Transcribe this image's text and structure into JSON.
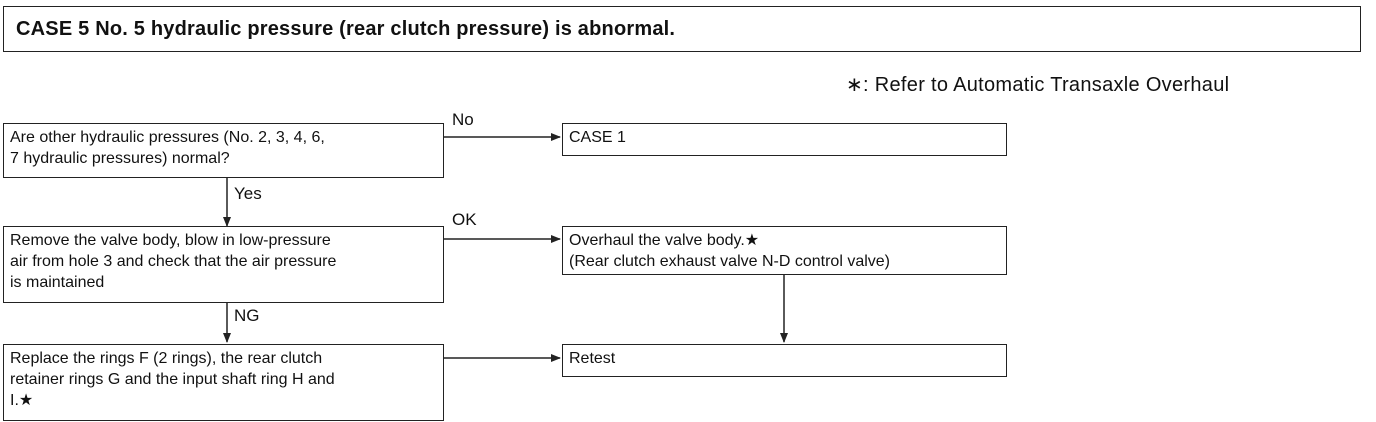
{
  "header": {
    "title": "CASE 5 No. 5 hydraulic pressure (rear clutch pressure) is abnormal.",
    "note": "∗: Refer to Automatic Transaxle Overhaul"
  },
  "flow": {
    "q1": "Are other hydraulic pressures (No. 2, 3, 4, 6,\n7 hydraulic pressures) normal?",
    "q1_no_label": "No",
    "case1": "CASE 1",
    "q1_yes_label": "Yes",
    "q2": "Remove the valve body, blow in low-pressure\nair from hole 3 and check that the air pressure\nis maintained",
    "q2_ok_label": "OK",
    "overhaul": "Overhaul the valve body.★\n(Rear clutch exhaust valve N-D control valve)",
    "q2_ng_label": "NG",
    "replace": "Replace the rings F (2 rings), the rear clutch\nretainer rings G and the input shaft ring H and\nI.★",
    "retest": "Retest"
  }
}
